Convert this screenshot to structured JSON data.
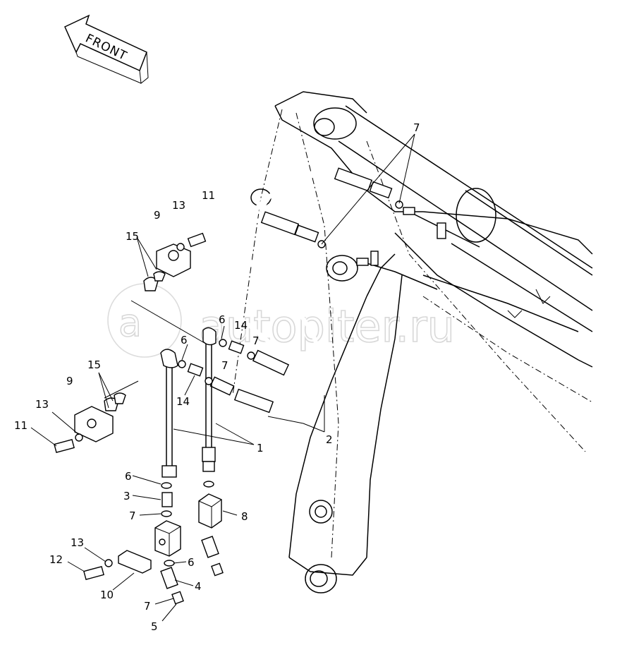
{
  "direction_label": "FRONT",
  "watermark": "autopiter.ru",
  "callouts": {
    "c1": "1",
    "c2": "2",
    "c3": "3",
    "c4": "4",
    "c5": "5",
    "c6a": "6",
    "c6b": "6",
    "c6c": "6",
    "c6d": "6",
    "c7a": "7",
    "c7b": "7",
    "c7c": "7",
    "c7d": "7",
    "c7e": "7",
    "c8": "8",
    "c9a": "9",
    "c9b": "9",
    "c10": "10",
    "c11a": "11",
    "c11b": "11",
    "c12": "12",
    "c13a": "13",
    "c13b": "13",
    "c13c": "13",
    "c14a": "14",
    "c14b": "14",
    "c15a": "15",
    "c15b": "15"
  }
}
